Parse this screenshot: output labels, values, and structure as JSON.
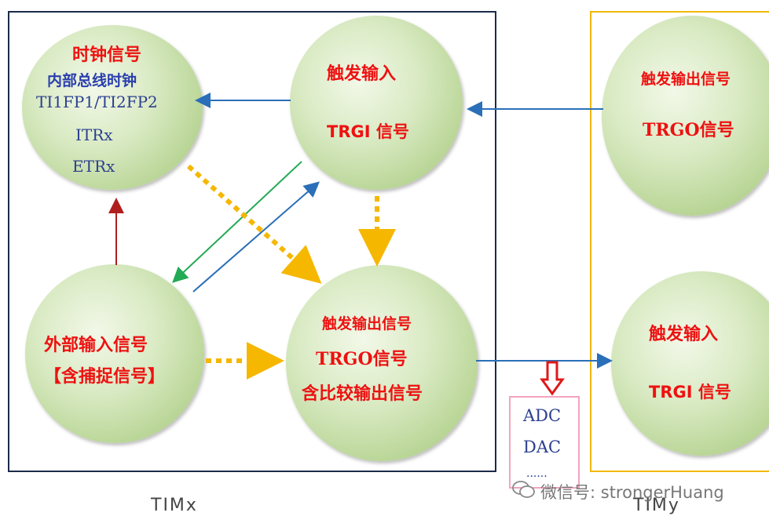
{
  "frames": {
    "timx_label": "TIMx",
    "timy_label": "TIMy"
  },
  "clock_node": {
    "title": "时钟信号",
    "line1": "内部总线时钟",
    "line2": "TI1FP1/TI2FP2",
    "line3": "ITRx",
    "line4": "ETRx"
  },
  "trig_in_x": {
    "line1": "触发输入",
    "line2": "TRGI 信号"
  },
  "ext_in": {
    "line1": "外部输入信号",
    "line2": "【含捕捉信号】"
  },
  "trig_out_x": {
    "line1": "触发输出信号",
    "line2": "TRGO信号",
    "line3": "含比较输出信号"
  },
  "trig_out_y": {
    "line1": "触发输出信号",
    "line2": "TRGO信号"
  },
  "trig_in_y": {
    "line1": "触发输入",
    "line2": "TRGI 信号"
  },
  "adc_box": {
    "line1": "ADC",
    "line2": "DAC",
    "line3": "......"
  },
  "watermark": "微信号: strongerHuang",
  "colors": {
    "red_text": "#ee1111",
    "blue_text": "#2a3fae",
    "timx_border": "#1b2a4a",
    "timy_border": "#f2b800",
    "arrow_blue": "#2a6fb8",
    "arrow_green": "#22aa55",
    "arrow_red": "#b01e1e",
    "arrow_dotted": "#f5b700"
  }
}
